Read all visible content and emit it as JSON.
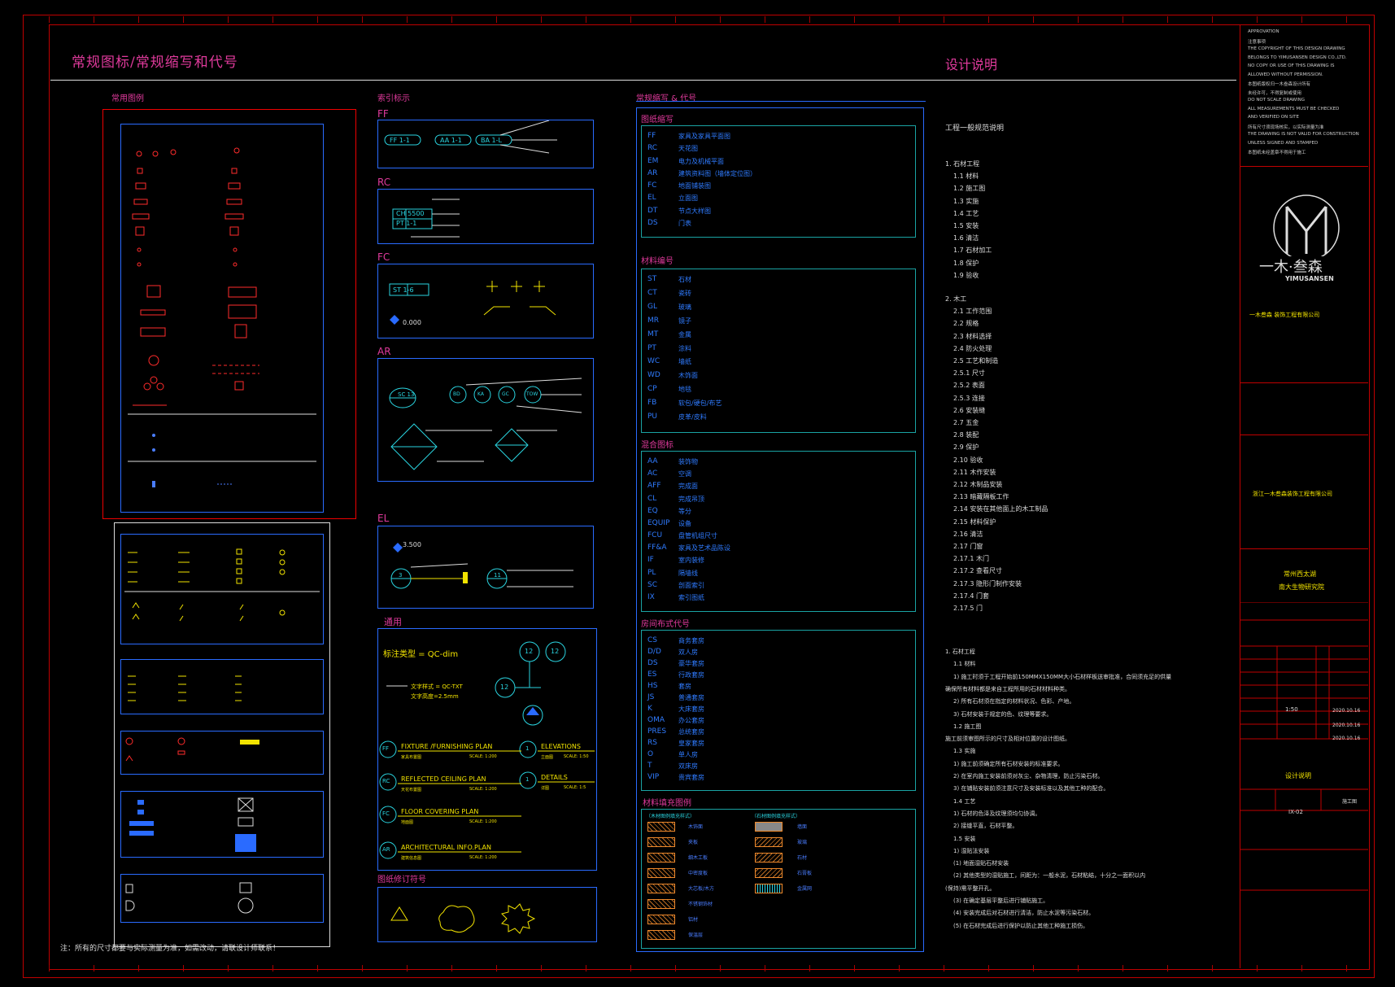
{
  "drawing": {
    "main_title": "常规图标/常规缩写和代号",
    "design_title": "设计说明",
    "bottom_note": "注：所有的尺寸都要与实际测量为准，如需改动，请联设计师联系！"
  },
  "sections": {
    "legend": "常用图例",
    "index": "索引标示",
    "abbrev": "常规缩写 & 代号"
  },
  "index_groups": [
    "FF",
    "RC",
    "FC",
    "AR",
    "EL",
    "通用",
    "图纸修订符号"
  ],
  "index_samples": {
    "ff_tags": [
      "FF 1-1",
      "AA 1-1",
      "BA 1-L"
    ],
    "rc_tags": [
      "CH 5500",
      "PT 1-1"
    ],
    "fc_tag": "ST 1-6",
    "fc_level": "0.000",
    "ar_tags": [
      "SC 13",
      "BD",
      "KA",
      "GC",
      "TOW"
    ],
    "el_level": "3.500",
    "el_tags": [
      "3",
      "11"
    ],
    "general_scale": "标注类型 = QC-dim",
    "general_text1": "文字样式 = QC-TXT",
    "general_text2": "文字高度=2.5mm",
    "general_refs": [
      "12",
      "12",
      "12"
    ],
    "plans": [
      {
        "code": "FF",
        "name": "FIXTURE /FURNISHING PLAN",
        "sub": "家具布置图",
        "scale": "SCALE: 1:200"
      },
      {
        "code": "RC",
        "name": "REFLECTED CEILING PLAN",
        "sub": "天花布置图",
        "scale": "SCALE: 1:200"
      },
      {
        "code": "FC",
        "name": "FLOOR COVERING PLAN",
        "sub": "地面图",
        "scale": "SCALE: 1:200"
      },
      {
        "code": "AR",
        "name": "ARCHITECTURAL INFO.PLAN",
        "sub": "建筑信息图",
        "scale": "SCALE: 1:200"
      },
      {
        "code": "1",
        "name": "ELEVATIONS",
        "sub": "立面图",
        "scale": "SCALE: 1:50"
      },
      {
        "code": "1",
        "name": "DETAILS",
        "sub": "详图",
        "scale": "SCALE: 1:5"
      }
    ]
  },
  "abbrev_groups": {
    "drawing": {
      "title": "图纸缩写",
      "items": [
        {
          "code": "FF",
          "desc": "家具及家具平面图"
        },
        {
          "code": "RC",
          "desc": "天花图"
        },
        {
          "code": "EM",
          "desc": "电力及机械平面"
        },
        {
          "code": "AR",
          "desc": "建筑资料图（墙体定位图）"
        },
        {
          "code": "FC",
          "desc": "地面铺装图"
        },
        {
          "code": "EL",
          "desc": "立面图"
        },
        {
          "code": "DT",
          "desc": "节点大样图"
        },
        {
          "code": "DS",
          "desc": "门表"
        }
      ]
    },
    "material": {
      "title": "材料编号",
      "items": [
        {
          "code": "ST",
          "desc": "石材"
        },
        {
          "code": "CT",
          "desc": "瓷砖"
        },
        {
          "code": "GL",
          "desc": "玻璃"
        },
        {
          "code": "MR",
          "desc": "镜子"
        },
        {
          "code": "MT",
          "desc": "金属"
        },
        {
          "code": "PT",
          "desc": "涂料"
        },
        {
          "code": "WC",
          "desc": "墙纸"
        },
        {
          "code": "WD",
          "desc": "木饰面"
        },
        {
          "code": "CP",
          "desc": "地毯"
        },
        {
          "code": "FB",
          "desc": "软包/硬包/布艺"
        },
        {
          "code": "PU",
          "desc": "皮革/皮料"
        }
      ]
    },
    "mixed": {
      "title": "混合图标",
      "items": [
        {
          "code": "AA",
          "desc": "装饰物"
        },
        {
          "code": "AC",
          "desc": "空调"
        },
        {
          "code": "AFF",
          "desc": "完成面"
        },
        {
          "code": "CL",
          "desc": "完成吊顶"
        },
        {
          "code": "EQ",
          "desc": "等分"
        },
        {
          "code": "EQUIP",
          "desc": "设备"
        },
        {
          "code": "FCU",
          "desc": "盘管机组尺寸"
        },
        {
          "code": "FF&A",
          "desc": "家具及艺术品陈设"
        },
        {
          "code": "IF",
          "desc": "室内装修"
        },
        {
          "code": "PL",
          "desc": "隔墙线"
        },
        {
          "code": "SC",
          "desc": "剖面索引"
        },
        {
          "code": "IX",
          "desc": "索引图纸"
        }
      ]
    },
    "space": {
      "title": "房间布式代号",
      "items": [
        {
          "code": "CS",
          "desc": "商务套房"
        },
        {
          "code": "D/D",
          "desc": "双人房"
        },
        {
          "code": "DS",
          "desc": "豪华套房"
        },
        {
          "code": "ES",
          "desc": "行政套房"
        },
        {
          "code": "HS",
          "desc": "套房"
        },
        {
          "code": "JS",
          "desc": "普通套房"
        },
        {
          "code": "K",
          "desc": "大床套房"
        },
        {
          "code": "OMA",
          "desc": "办公套房"
        },
        {
          "code": "PRES",
          "desc": "总统套房"
        },
        {
          "code": "RS",
          "desc": "皇家套房"
        },
        {
          "code": "O",
          "desc": "单人房"
        },
        {
          "code": "T",
          "desc": "双床房"
        },
        {
          "code": "VIP",
          "desc": "贵宾套房"
        }
      ]
    },
    "hatch": {
      "title": "材料填充图例",
      "left_title": "（木材图例填充样式）",
      "right_title": "（石材图例填充样式）",
      "left": [
        "木饰面",
        "夹板",
        "细木工板",
        "中密度板",
        "大芯板/木方",
        "不锈钢饰材",
        "铝材",
        "保温层"
      ],
      "right": [
        "墙面",
        "玻璃",
        "石材",
        "石膏板",
        "金属网"
      ]
    }
  },
  "notes": {
    "heading": "工程一般规范说明",
    "lines": [
      "1. 石材工程",
      "1.1 材料",
      "1.2 施工图",
      "1.3 实施",
      "1.4 工艺",
      "1.5 安装",
      "1.6 清洁",
      "1.7 石材加工",
      "1.8 保护",
      "1.9 验收",
      "2. 木工",
      "2.1 工作范围",
      "2.2 规格",
      "2.3 材料选择",
      "2.4 防火处理",
      "2.5 工艺和制造",
      "2.5.1 尺寸",
      "2.5.2 表面",
      "2.5.3 连接",
      "2.6 安装缝",
      "2.7 五金",
      "2.8 装配",
      "2.9 保护",
      "2.10 验收",
      "2.11 木作安装",
      "2.12 木制品安装",
      "2.13 暗藏隔板工作",
      "2.14 安装在其他面上的木工制品",
      "2.15 材料保护",
      "2.16 清洁",
      "2.17 门窗",
      "2.17.1 木门",
      "2.17.2 查看尺寸",
      "2.17.3 隐形门制作安装",
      "2.17.4 门套",
      "2.17.5 门"
    ],
    "lines2": [
      "1. 石材工程",
      "1.1 材料",
      "1) 施工时须于工程开始前150MMX150MM大小石材样板送审批准，合同须充足的供量",
      "   确保所有材料都是来自工程所用的石材材料种类。",
      "2) 所有石材须在指定的材料状况、色彩、产地。",
      "3) 石材安装于规定的色、纹理等要求。",
      "1.2 施工图",
      "施工前须审图所示的尺寸及相对位置的设计图纸。",
      "1.3 实施",
      "1) 施工前须确定所有石材安装的标准要求。",
      "2) 在室内施工安装前须对灰尘、杂物清理，防止污染石材。",
      "3) 在铺贴安装前须注意尺寸及安装标准以及其他工种的配合。",
      "1.4 工艺",
      "1) 石材的色泽及纹理须均匀协调。",
      "2) 接缝平直，石材平整。",
      "1.5 安装",
      "1) 湿贴法安装",
      "(1) 地面湿贴石材安装",
      "(2) 其他类型的湿贴施工，间距为：一般水泥，石材粘结，十分之一面积以内",
      "      (保持)需平整开孔。",
      "(3) 在确定基层平整后进行铺贴施工。",
      "(4) 安装完成后对石材进行清洁，防止水泥等污染石材。",
      "(5) 在石材完成后进行保护以防止其他工种施工损伤。"
    ]
  },
  "title_block": {
    "company_cn": "一木·叁森",
    "company_en": "YIMUSANSEN",
    "firm_line": "一木叁森 装饰工程有限公司",
    "client": "浙江一木叁森装饰工程有限公司",
    "project_name1": "常州西太湖",
    "project_name2": "南大生物研究院",
    "date1": "2020.10.16",
    "date2": "2020.10.16",
    "date3": "2020.10.16",
    "scale": "1:50",
    "drawing_title": "设计说明",
    "drawing_no": "IX-02",
    "stage": "施工图",
    "red_notes": [
      "APPROVATION",
      "注意事项",
      "THE COPYRIGHT OF THIS DESIGN DRAWING",
      "BELONGS TO YIMUSANSEN DESIGN CO.,LTD.",
      "NO COPY OR USE OF THIS DRAWING IS",
      "ALLOWED WITHOUT PERMISSION.",
      "本图纸版权归一木叁森设计所有",
      "未经许可，不得复制或使用",
      "DO NOT SCALE DRAWING",
      "ALL MEASUREMENTS MUST BE CHECKED",
      "AND VERIFIED ON SITE",
      "所有尺寸须现场核实，以实际测量为准",
      "THE DRAWING IS NOT VALID FOR CONSTRUCTION",
      "UNLESS SIGNED AND STAMPED",
      "本图纸未经盖章不得用于施工"
    ]
  },
  "colors": {
    "frame": "#c00000",
    "magenta": "#e03a9c",
    "blue": "#2a6bff",
    "cyan": "#2ad4e0",
    "yellow": "#f2e300",
    "red": "#ff2b2b"
  }
}
